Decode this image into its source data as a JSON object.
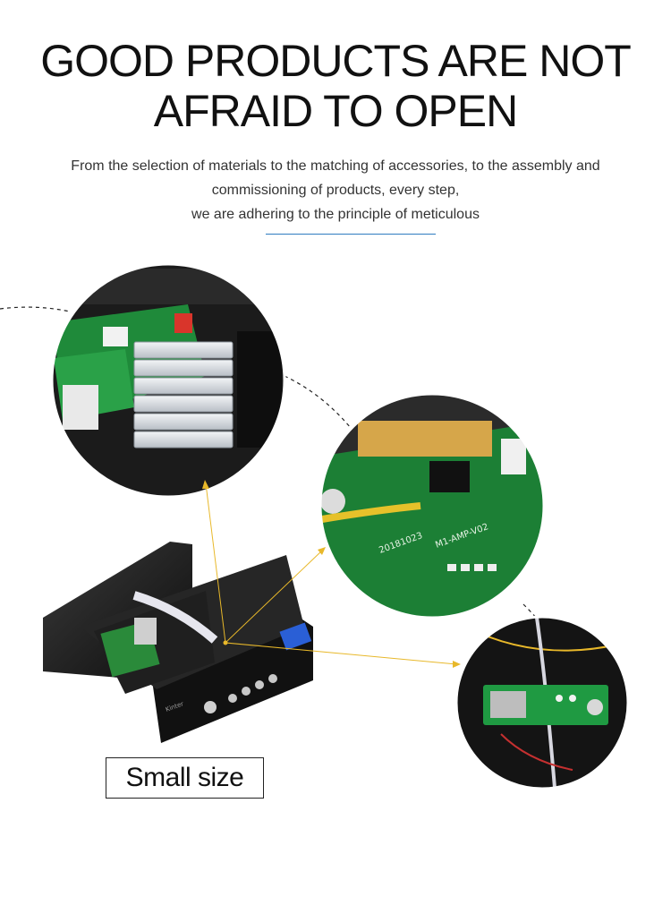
{
  "header": {
    "title_line1": "GOOD PRODUCTS ARE NOT",
    "title_line2": "AFRAID TO OPEN"
  },
  "description": {
    "line1": "From the selection of materials to the matching of accessories, to the assembly and",
    "line2": "commissioning of products, every step,",
    "line3": "we are adhering to the principle of meticulous"
  },
  "callouts": {
    "size_label": "Small size"
  },
  "pcb_markings": {
    "board_code": "M1-AMP-V02",
    "date_code": "20181023",
    "brand": "Kinter"
  },
  "colors": {
    "divider": "#2f7cc0",
    "pcb_green": "#1f8a3a",
    "leader_line": "#e8b82a",
    "device_body": "#1a1a1a",
    "display_blue": "#2a5fd6"
  }
}
